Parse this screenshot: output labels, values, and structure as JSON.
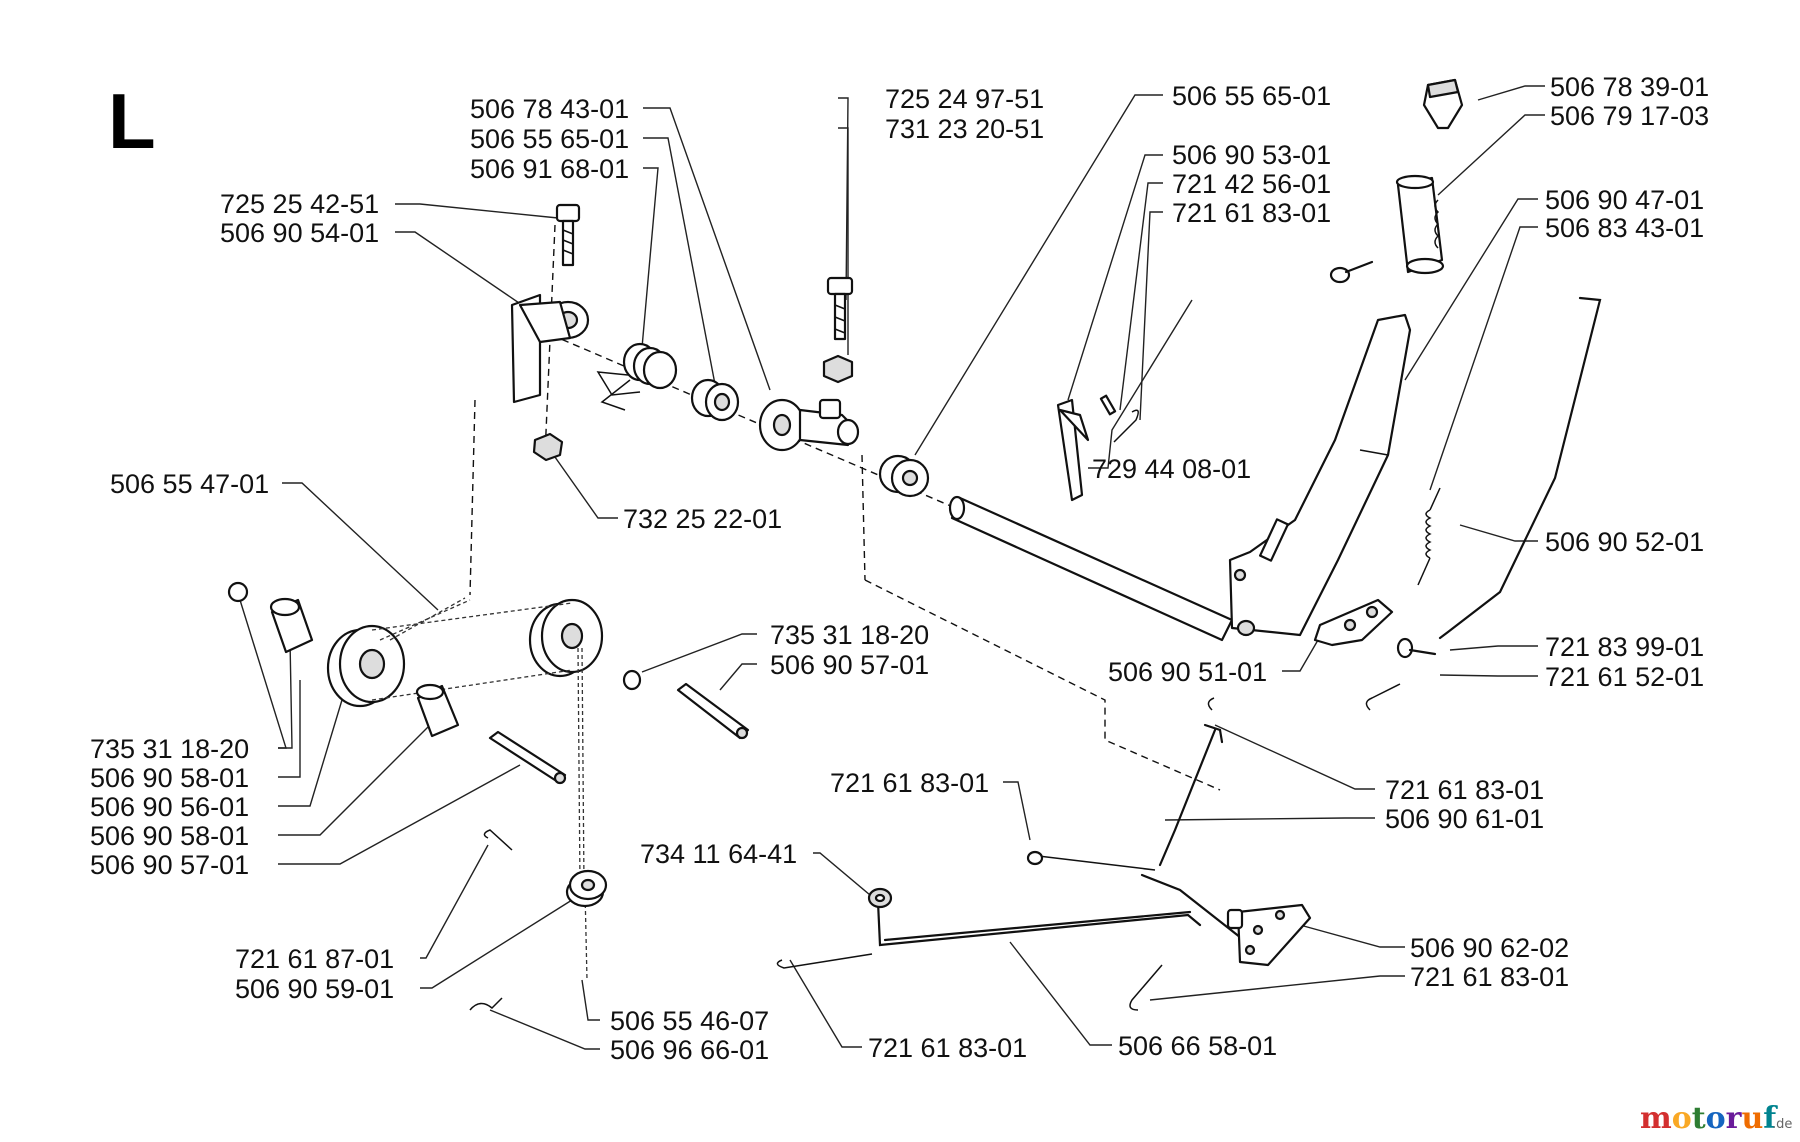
{
  "section_letter": "L",
  "part_numbers": {
    "p01": "506 78 43-01",
    "p02": "506 55 65-01",
    "p03": "506 91 68-01",
    "p04": "725 25 42-51",
    "p05": "506 90 54-01",
    "p06": "725 24 97-51",
    "p07": "731 23 20-51",
    "p08": "506 55 65-01",
    "p09": "506 90 53-01",
    "p10": "721 42 56-01",
    "p11": "721 61 83-01",
    "p12": "506 78 39-01",
    "p13": "506 79 17-03",
    "p14": "506 90 47-01",
    "p15": "506 83 43-01",
    "p16": "729 44 08-01",
    "p17": "506 55 47-01",
    "p18": "732 25 22-01",
    "p19": "506 90 52-01",
    "p20": "735 31 18-20",
    "p21": "506 90 57-01",
    "p22": "721 83 99-01",
    "p23": "506 90 51-01",
    "p24": "721 61 52-01",
    "p25": "735 31 18-20",
    "p26": "506 90 58-01",
    "p27": "506 90 56-01",
    "p28": "506 90 58-01",
    "p29": "506 90 57-01",
    "p30": "721 61 83-01",
    "p31": "721 61 83-01",
    "p32": "506 90 61-01",
    "p33": "734 11 64-41",
    "p34": "721 61 87-01",
    "p35": "506 90 59-01",
    "p36": "506 90 62-02",
    "p37": "721 61 83-01",
    "p38": "506 55 46-07",
    "p39": "506 96 66-01",
    "p40": "721 61 83-01",
    "p41": "506 66 58-01"
  },
  "watermark": {
    "brand": "motoruf",
    "tld": ".de",
    "colors": [
      "#d32f2f",
      "#f9a825",
      "#2e7d32",
      "#1565c0",
      "#6a1b9a",
      "#ef6c00",
      "#00838f"
    ]
  }
}
